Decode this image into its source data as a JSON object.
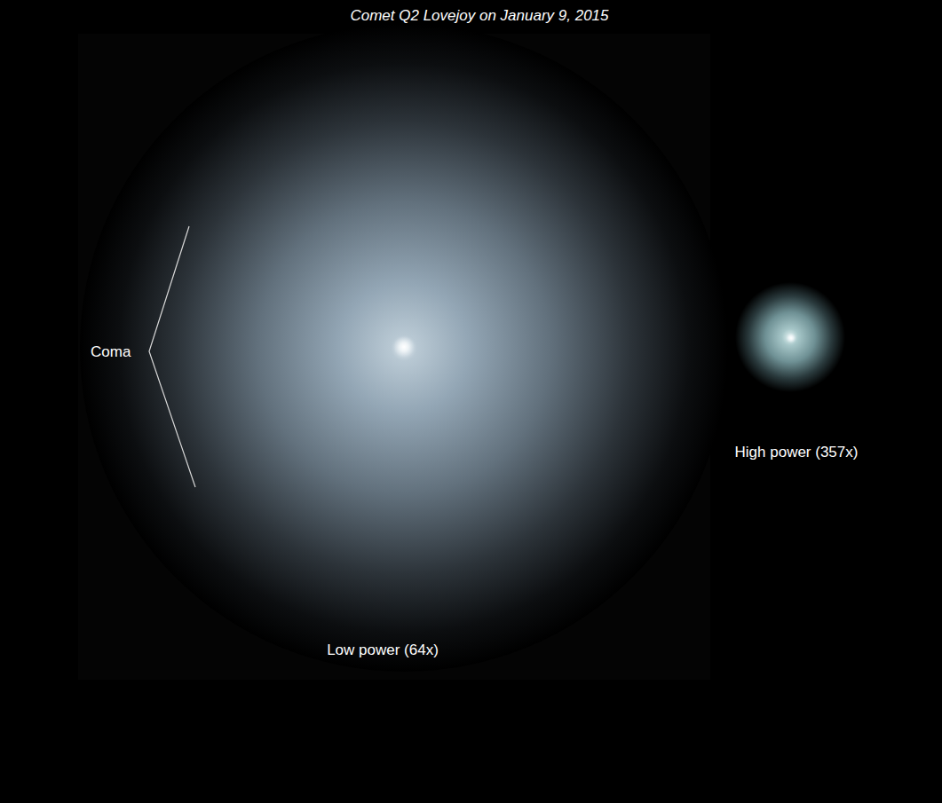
{
  "diagram": {
    "title": "Comet Q2 Lovejoy on January 9, 2015",
    "labels": [
      "Coma",
      "Low power (64x)",
      "High power (357x)"
    ]
  }
}
